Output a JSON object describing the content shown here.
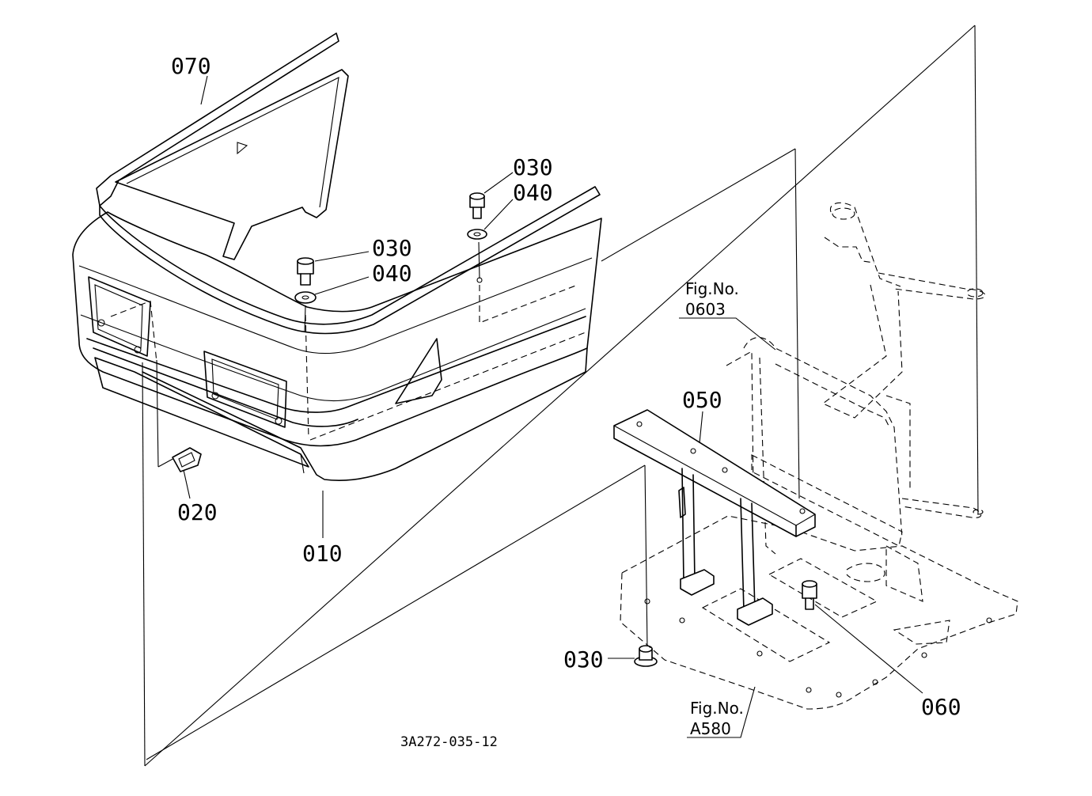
{
  "diagram": {
    "part_labels": {
      "p070": "070",
      "p030_top": "030",
      "p040_top": "040",
      "p030_mid": "030",
      "p040_mid": "040",
      "p050": "050",
      "p020": "020",
      "p010": "010",
      "p030_bottom": "030",
      "p060": "060"
    },
    "figure_refs": {
      "ref_0603_title": "Fig.No.",
      "ref_0603_number": "0603",
      "ref_a580_title": "Fig.No.",
      "ref_a580_number": "A580"
    },
    "drawing_code": "3A272-035-12"
  }
}
